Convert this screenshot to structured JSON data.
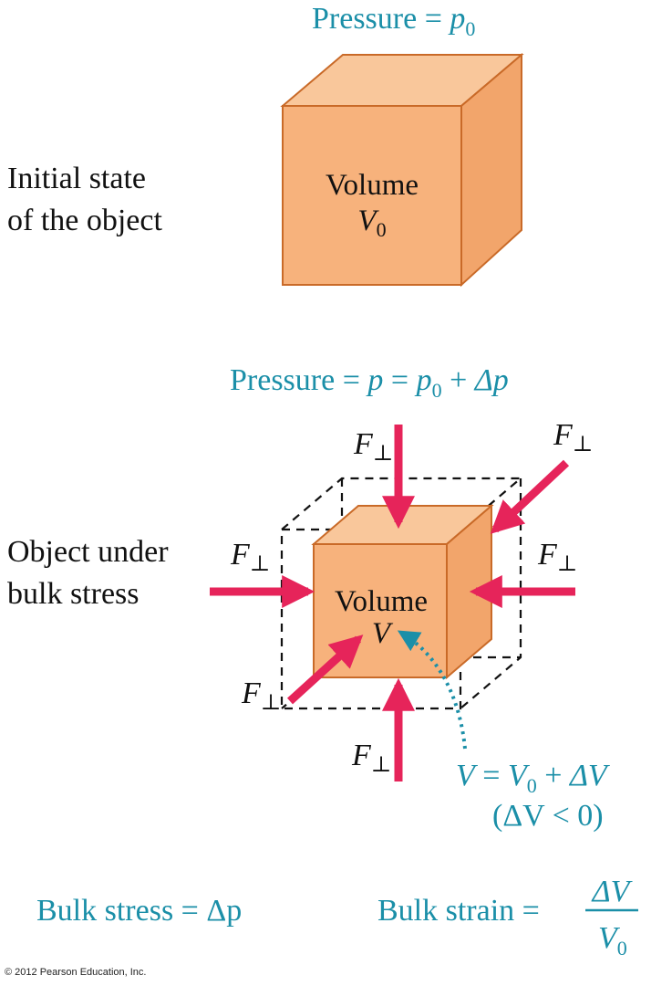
{
  "initial": {
    "pressure_label": "Pressure =",
    "pressure_var": "p",
    "pressure_sub": "0",
    "state_line1": "Initial state",
    "state_line2": "of the object",
    "volume_word": "Volume",
    "volume_var": "V",
    "volume_sub": "0"
  },
  "stressed": {
    "pressure_label": "Pressure =",
    "pressure_p": "p",
    "equals": "=",
    "pressure_p0": "p",
    "pressure_p0_sub": "0",
    "plus": "+",
    "delta_p": "Δp",
    "state_line1": "Object under",
    "state_line2": "bulk stress",
    "volume_word": "Volume",
    "volume_var": "V",
    "force_var": "F",
    "force_sub": "⊥",
    "relation_lhs": "V",
    "relation_eq": "=",
    "relation_v0": "V",
    "relation_v0_sub": "0",
    "relation_plus": "+",
    "relation_dv": "ΔV",
    "relation_cond": "(ΔV < 0)"
  },
  "footer": {
    "bulk_stress": "Bulk stress = Δp",
    "bulk_strain_label": "Bulk strain =",
    "strain_num": "ΔV",
    "strain_den_var": "V",
    "strain_den_sub": "0",
    "copyright": "© 2012 Pearson Education, Inc."
  },
  "colors": {
    "teal_text": "#1b8fa8",
    "cube_front": "#f7b27c",
    "cube_top": "#f9c79b",
    "cube_side": "#f2a56b",
    "cube_edge": "#c96a28",
    "force_arrow": "#e6245a",
    "dotted_arrow": "#1b8fa8"
  }
}
